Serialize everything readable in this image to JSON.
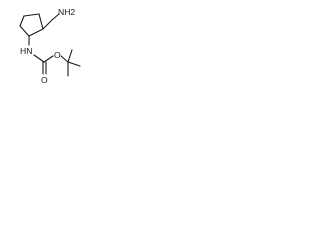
{
  "structure": {
    "atoms": {
      "amine_nh2": "NH2",
      "carbamate_nh": "HN",
      "carbonyl_o": "O",
      "ester_o": "O"
    }
  }
}
